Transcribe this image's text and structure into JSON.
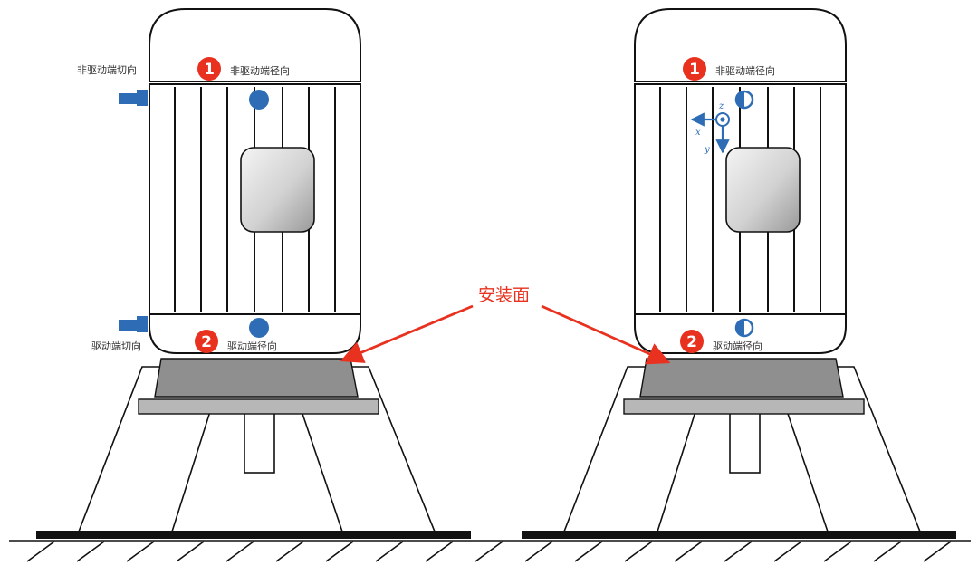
{
  "colors": {
    "red": "#e8311e",
    "blue": "#2e6db5",
    "line": "#111111",
    "frame_fill": "#ffffff",
    "plate_dark": "#8f8f8f",
    "plate_light": "#b7b7b7",
    "terminal_box": "#d6d6d6"
  },
  "left_motor": {
    "point1": {
      "number": "1",
      "label": "非驱动端径向"
    },
    "point2": {
      "number": "2",
      "label": "驱动端径向"
    },
    "tangential_top_label": "非驱动端切向",
    "tangential_bottom_label": "驱动端切向",
    "sensor_top_icon": "filled-circle-sensor-icon",
    "sensor_bottom_icon": "filled-circle-sensor-icon"
  },
  "right_motor": {
    "point1": {
      "number": "1",
      "label": "非驱动端径向"
    },
    "point2": {
      "number": "2",
      "label": "驱动端径向"
    },
    "axes": {
      "x": "x",
      "y": "y",
      "z": "z"
    },
    "sensor_top_icon": "half-filled-circle-sensor-icon",
    "sensor_bottom_icon": "half-filled-circle-sensor-icon"
  },
  "mounting_surface_label": "安装面"
}
